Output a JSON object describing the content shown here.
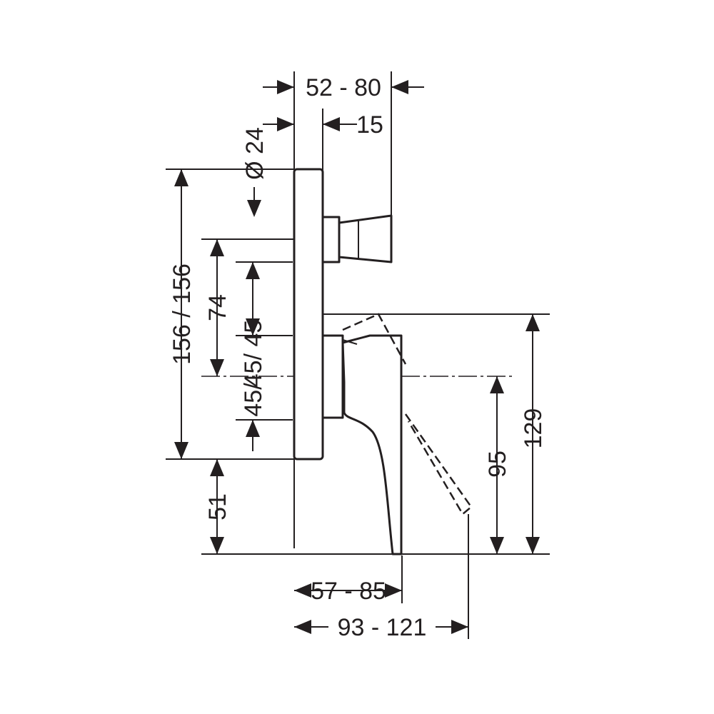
{
  "drawing": {
    "dimensions": {
      "d_52_80": "52 - 80",
      "d_15": "15",
      "d_24": "Ø 24",
      "d_156": "156 / 156",
      "d_74": "74",
      "d_45_45": "45/ 45",
      "d_45b": "45/",
      "d_51": "51",
      "d_95": "95",
      "d_129": "129",
      "d_57_85": "57 - 85",
      "d_93_121": "93 - 121"
    }
  }
}
